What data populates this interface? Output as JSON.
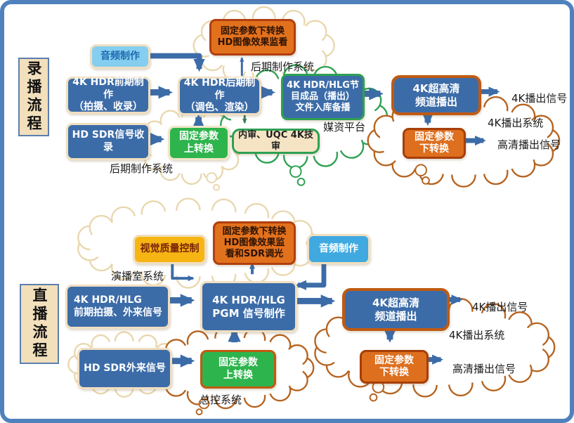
{
  "frame": {
    "border_color": "#4f81bd",
    "background": "#ffffff"
  },
  "colors": {
    "box_blue": "#3c6ca8",
    "box_green": "#2eb44d",
    "box_orange": "#e2711d",
    "box_yellow": "#f6b513",
    "box_lightblue": "#85cef0",
    "cream_border": "#f0dfc0",
    "cloud_cream": "#e9d7ae",
    "cloud_green": "#2ea052",
    "cloud_brown": "#b5631f",
    "arrow_blue": "#3c6ca8",
    "arrow_green": "#3f7a55"
  },
  "recording": {
    "section_label": "录播流程",
    "audio_box": "音频制作",
    "pre_production": "4K HDR前期制作\n（拍摄、收录）",
    "hd_sdr_ingest": "HD SDR信号收录",
    "post_production": "4K HDR后期制作\n（调色、渲染）",
    "up_convert": "固定参数\n上转换",
    "down_convert_monitor": "固定参数下转换\nHD图像效果监看",
    "post_system_label_top": "后期制作系统",
    "post_system_label_bottom": "后期制作系统",
    "program_file": "4K HDR/HLG节\n目成品（播出）\n文件入库备播",
    "review": "内审、UQC 4K技审",
    "media_platform_label": "媒资平台",
    "uhd_broadcast": "4K超高清\n频道播出",
    "down_convert": "固定参数\n下转换",
    "out_4k": "4K播出信号",
    "broadcast_system_label": "4K播出系统",
    "out_hd": "高清播出信号"
  },
  "live": {
    "section_label": "直播流程",
    "visual_quality_control": "视觉质量控制",
    "down_convert_monitor": "固定参数下转换\nHD图像效果监\n看和SDR调光",
    "audio_box": "音频制作",
    "studio_system_label": "演播室系统",
    "source": "4K HDR/HLG\n前期拍摄、外来信号",
    "pgm": "4K HDR/HLG\nPGM 信号制作",
    "hd_sdr_source": "HD SDR外来信号",
    "up_convert": "固定参数\n上转换",
    "master_control_label": "总控系统",
    "uhd_broadcast": "4K超高清\n频道播出",
    "down_convert": "固定参数\n下转换",
    "out_4k": "4K播出信号",
    "broadcast_system_label": "4K播出系统",
    "out_hd": "高清播出信号"
  }
}
